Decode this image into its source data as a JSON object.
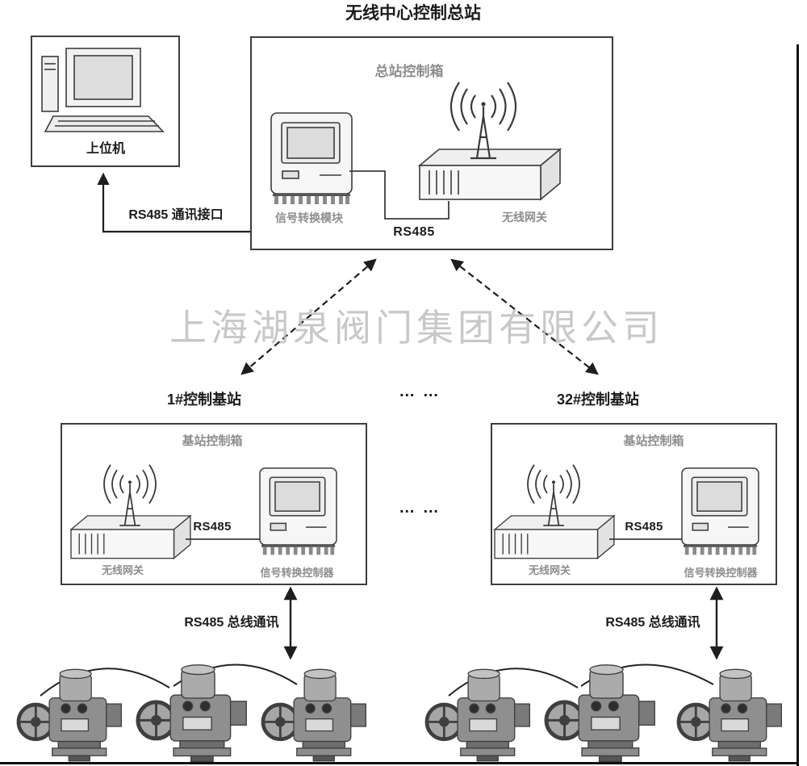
{
  "colors": {
    "line": "#2e2e2e",
    "box_border": "#3d3d3d",
    "muted_label": "#8d8d8d",
    "watermark": "#bfbfbf",
    "device_fill": "#f4f4f4"
  },
  "header": {
    "title": "无线中心控制总站"
  },
  "watermark": {
    "text": "上海湖泉阀门集团有限公司"
  },
  "host_computer": {
    "label": "上位机"
  },
  "master_station": {
    "box_label": "总站控制箱",
    "signal_module_label": "信号转换模块",
    "gateway_label": "无线网关",
    "rs485": "RS485",
    "host_link_label": "RS485 通讯接口"
  },
  "separators": {
    "top_ellipsis": "… …",
    "mid_ellipsis": "… …"
  },
  "base_stations": [
    {
      "title": "1#控制基站",
      "box_label": "基站控制箱",
      "gateway_label": "无线网关",
      "rs485": "RS485",
      "controller_label": "信号转换控制器",
      "bus_label": "RS485 总线通讯"
    },
    {
      "title": "32#控制基站",
      "box_label": "基站控制箱",
      "gateway_label": "无线网关",
      "rs485": "RS485",
      "controller_label": "信号转换控制器",
      "bus_label": "RS485 总线通讯"
    }
  ],
  "icons": {
    "antenna-icon": "radio mast with signal wave arcs",
    "gateway-icon": "3d box with vent slots",
    "signal-module-icon": "compact computer with connector pins",
    "desktop-computer-icon": "tower, monitor and keyboard",
    "valve-actuator-icon": "motorized valve actuator with handwheel"
  }
}
